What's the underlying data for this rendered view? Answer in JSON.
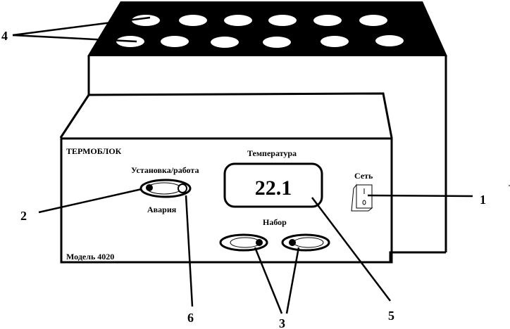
{
  "device": {
    "brand_label": "ТЕРМОБЛОК",
    "model_label": "Модель 4020",
    "mode_label": "Установка/работа",
    "alarm_label": "Авария",
    "temperature_label": "Температура",
    "temperature_value": "22.1",
    "set_label": "Набор",
    "power_label": "Сеть",
    "switch_on_mark": "I",
    "switch_off_mark": "0"
  },
  "callouts": {
    "power_switch": "1",
    "mode_indicator": "2",
    "set_buttons": "3",
    "sample_holes": "4",
    "display": "5",
    "alarm_indicator": "6"
  },
  "colors": {
    "ink": "#000000",
    "paper": "#ffffff"
  }
}
